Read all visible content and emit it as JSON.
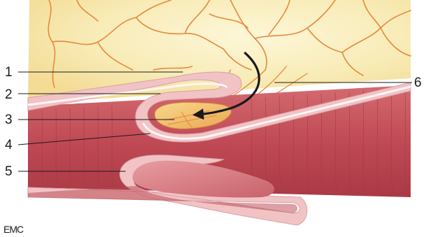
{
  "figure": {
    "callouts": [
      {
        "id": "1",
        "label": "1"
      },
      {
        "id": "2",
        "label": "2"
      },
      {
        "id": "3",
        "label": "3"
      },
      {
        "id": "4",
        "label": "4"
      },
      {
        "id": "5",
        "label": "5"
      },
      {
        "id": "6",
        "label": "6"
      }
    ],
    "credit": "EMC"
  },
  "colors": {
    "fat": "#f7e9b3",
    "vessel": "#e7893a",
    "wall_pink": "#f1c3c5",
    "lumen_red": "#c4505a",
    "lumen_dark": "#9b2f3a",
    "mucosa_white": "#fdf4f4",
    "pouch_fill": "#f2c46f",
    "arrow": "#1a1a1a"
  }
}
